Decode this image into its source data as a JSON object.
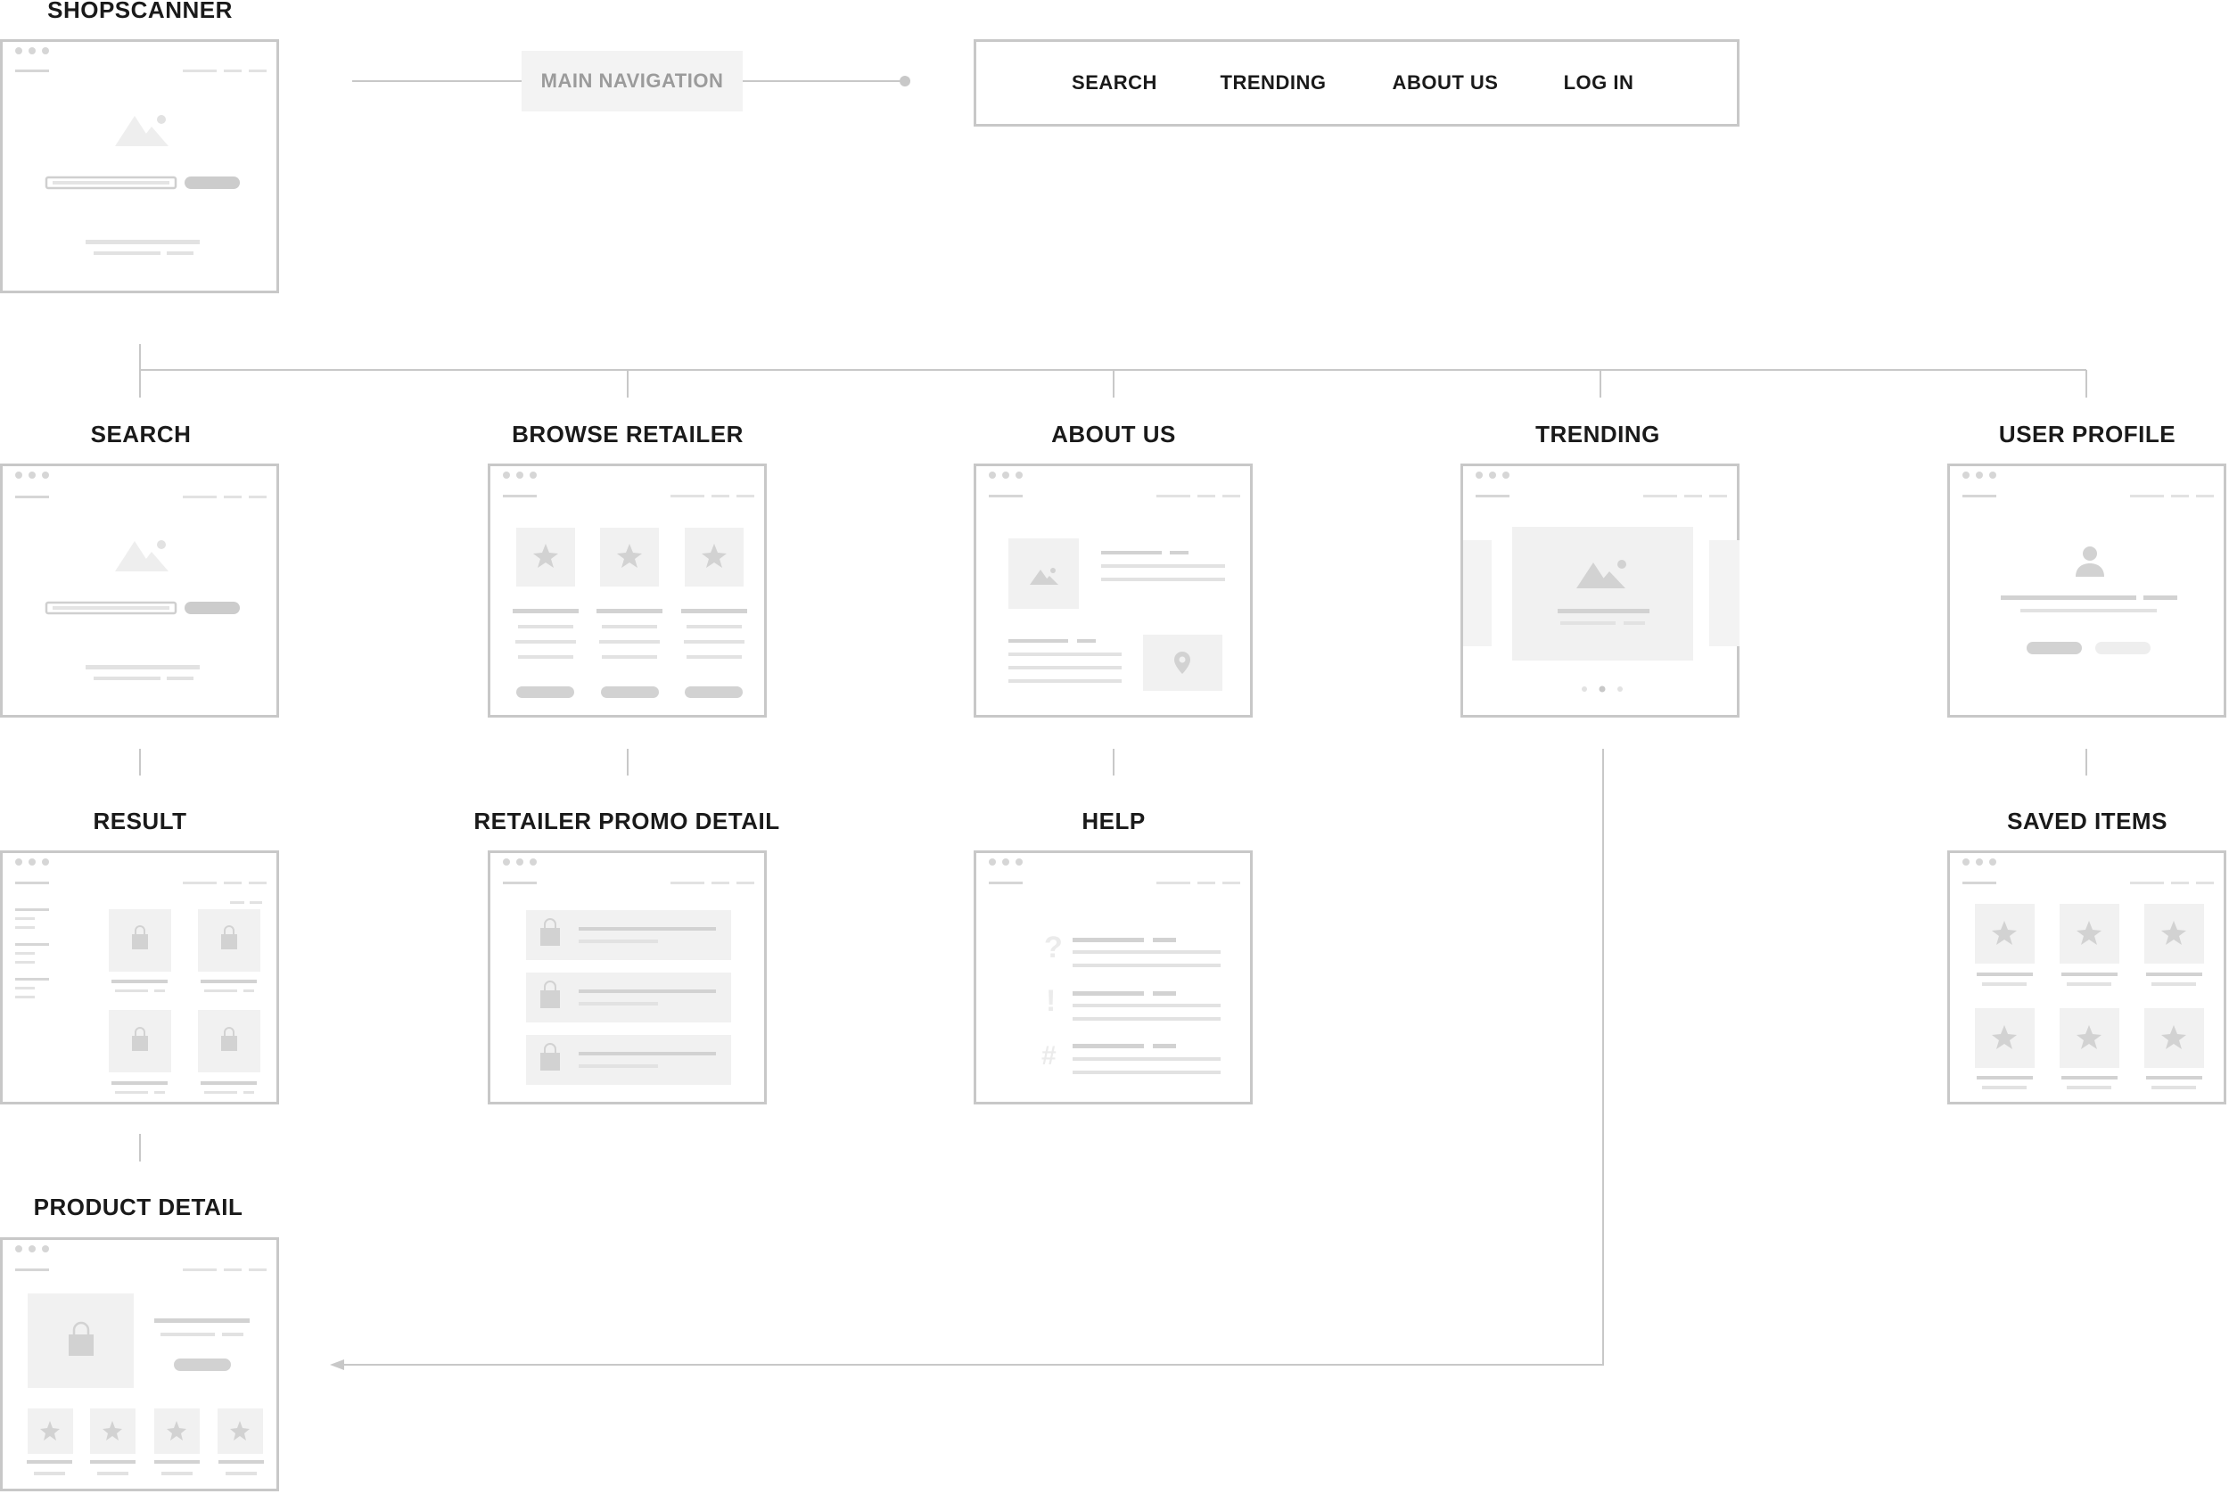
{
  "nodes": {
    "shopscanner": "SHOPSCANNER",
    "search": "SEARCH",
    "browse_retailer": "BROWSE RETAILER",
    "about_us": "ABOUT US",
    "trending": "TRENDING",
    "user_profile": "USER PROFILE",
    "result": "RESULT",
    "retailer_promo_detail": "RETAILER PROMO DETAIL",
    "help": "HELP",
    "saved_items": "SAVED ITEMS",
    "product_detail": "PRODUCT DETAIL"
  },
  "main_navigation": {
    "label": "MAIN NAVIGATION",
    "items": [
      "SEARCH",
      "TRENDING",
      "ABOUT US",
      "LOG IN"
    ]
  },
  "colors": {
    "line": "#c8c8c8",
    "placeholder_fill": "#f3f3f3",
    "placeholder_bar": "#cccccc",
    "light_bar": "#e2e2e2",
    "title_text": "#1a1a1a"
  },
  "help_glyphs": [
    "?",
    "!",
    "#"
  ]
}
